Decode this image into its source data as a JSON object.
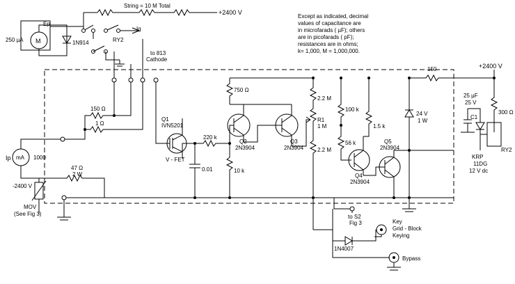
{
  "notes": {
    "line1": "Except as indicated, decimal",
    "line2": "values of capacitance are",
    "line3": "in microfarads ( µF); others",
    "line4": "are in picofarads ( pF);",
    "line5": "resistances are in ohms;",
    "line6": "k= 1,000, M = 1,000,000."
  },
  "string": {
    "label": "String = 10 M Total",
    "supply": "+2400 V"
  },
  "meter_m": {
    "range": "250 µA",
    "symbol": "M"
  },
  "meter_ma": {
    "range": "1000",
    "symbol": "mA",
    "ip": "Ip"
  },
  "labels": {
    "ep": "Ep",
    "ig": "Ig",
    "ry2_top": "RY2",
    "d1n914": "1N914",
    "to813_a": "to 813",
    "to813_b": "Cathode",
    "r150": "150 Ω",
    "r1": "1 Ω",
    "q1_a": "Q1",
    "q1_b": "IVN5201",
    "q1_c": "V - FET",
    "r220k": "220 k",
    "c001": "0.01",
    "r47_a": "47 Ω",
    "r47_b": "2 W",
    "neg2400": "-2400 V",
    "mov_a": "MOV",
    "mov_b": "(See Fig 3)",
    "r750": "750 Ω",
    "q2_a": "Q2",
    "q2_b": "2N3904",
    "r10k": "10 k",
    "q3_a": "Q3",
    "q3_b": "2N3904",
    "r22m_top": "2.2 M",
    "r1_a": "R1",
    "r1_b": "1 M",
    "r22m_bot": "2.2 M",
    "r100k": "100 k",
    "r56k": "56 k",
    "r15k": "1.5 k",
    "q4_a": "Q4",
    "q4_b": "2N3904",
    "q5_a": "Q5",
    "q5_b": "2N3904",
    "z24_a": "24 V",
    "z24_b": "1 W",
    "r150b": "150",
    "plus2400b": "+2400 V",
    "c25_a": "25 µF",
    "c25_b": "25 V",
    "c1": "C1",
    "r300": "300 Ω",
    "krp_a": "KRP",
    "krp_b": "11DG",
    "krp_c": "12 V dc",
    "ry2": "RY2",
    "s2_a": "to S2",
    "s2_b": "Fig 3",
    "key_a": "Key",
    "key_b": "Grid - Block",
    "key_c": "Keying",
    "d1n4007": "1N4007",
    "bypass": "Bypass"
  }
}
